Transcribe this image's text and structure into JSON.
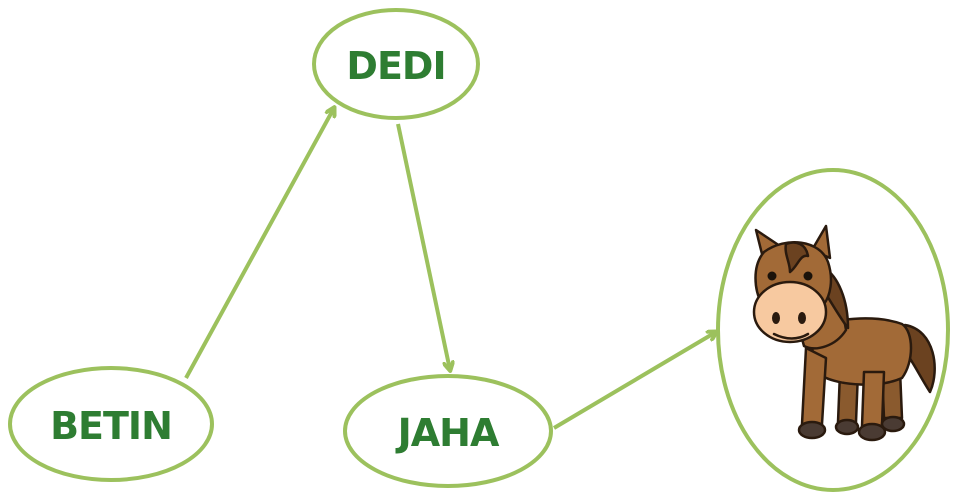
{
  "diagram": {
    "nodes": {
      "dedi": {
        "label": "DEDI"
      },
      "betin": {
        "label": "BETIN"
      },
      "jaha": {
        "label": "JAHA"
      }
    },
    "image_node": {
      "depicts": "horse"
    }
  },
  "colors": {
    "outline": "#9cc15d",
    "text": "#2e7d32",
    "horse_body": "#a26a37",
    "horse_dark": "#6b4220",
    "horse_muzzle": "#f7c9a0",
    "hoof": "#4a3b33"
  }
}
